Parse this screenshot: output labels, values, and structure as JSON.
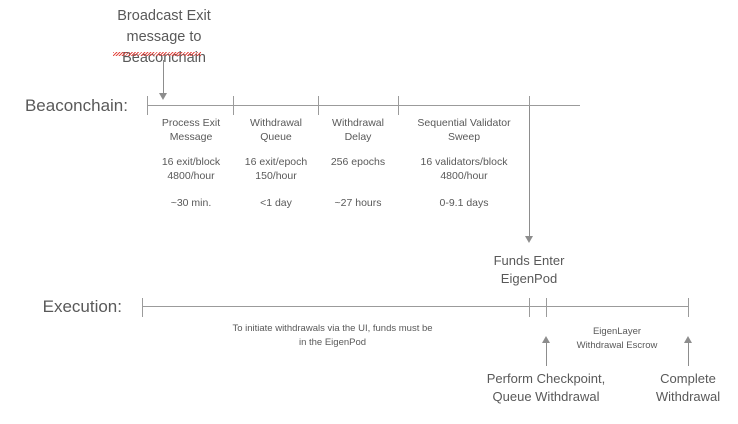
{
  "diagram": {
    "callout_top": "Broadcast Exit\nmessage to\nBeaconchain",
    "callout_top_misspelled_word": "Beaconchain",
    "rows": {
      "beaconchain_label": "Beaconchain:",
      "execution_label": "Execution:"
    },
    "beaconchain_segments": [
      {
        "name": "Process Exit\nMessage",
        "rate": "16 exit/block\n4800/hour",
        "duration": "~30 min."
      },
      {
        "name": "Withdrawal\nQueue",
        "rate": "16 exit/epoch\n150/hour",
        "duration": "<1 day"
      },
      {
        "name": "Withdrawal\nDelay",
        "rate": "256 epochs",
        "duration": "~27 hours"
      },
      {
        "name": "Sequential Validator\nSweep",
        "rate": "16 validators/block\n4800/hour",
        "duration": "0-9.1 days"
      }
    ],
    "funds_enter_label": "Funds Enter\nEigenPod",
    "execution_note": "To initiate withdrawals via the UI, funds must be\nin the EigenPod",
    "escrow_label": "EigenLayer\nWithdrawal Escrow",
    "bottom_labels": [
      "Perform Checkpoint,\nQueue Withdrawal",
      "Complete\nWithdrawal"
    ],
    "colors": {
      "text": "#595959",
      "line": "#9b9b9b",
      "spellcheck_underline": "#e2403a",
      "background": "#ffffff"
    }
  }
}
